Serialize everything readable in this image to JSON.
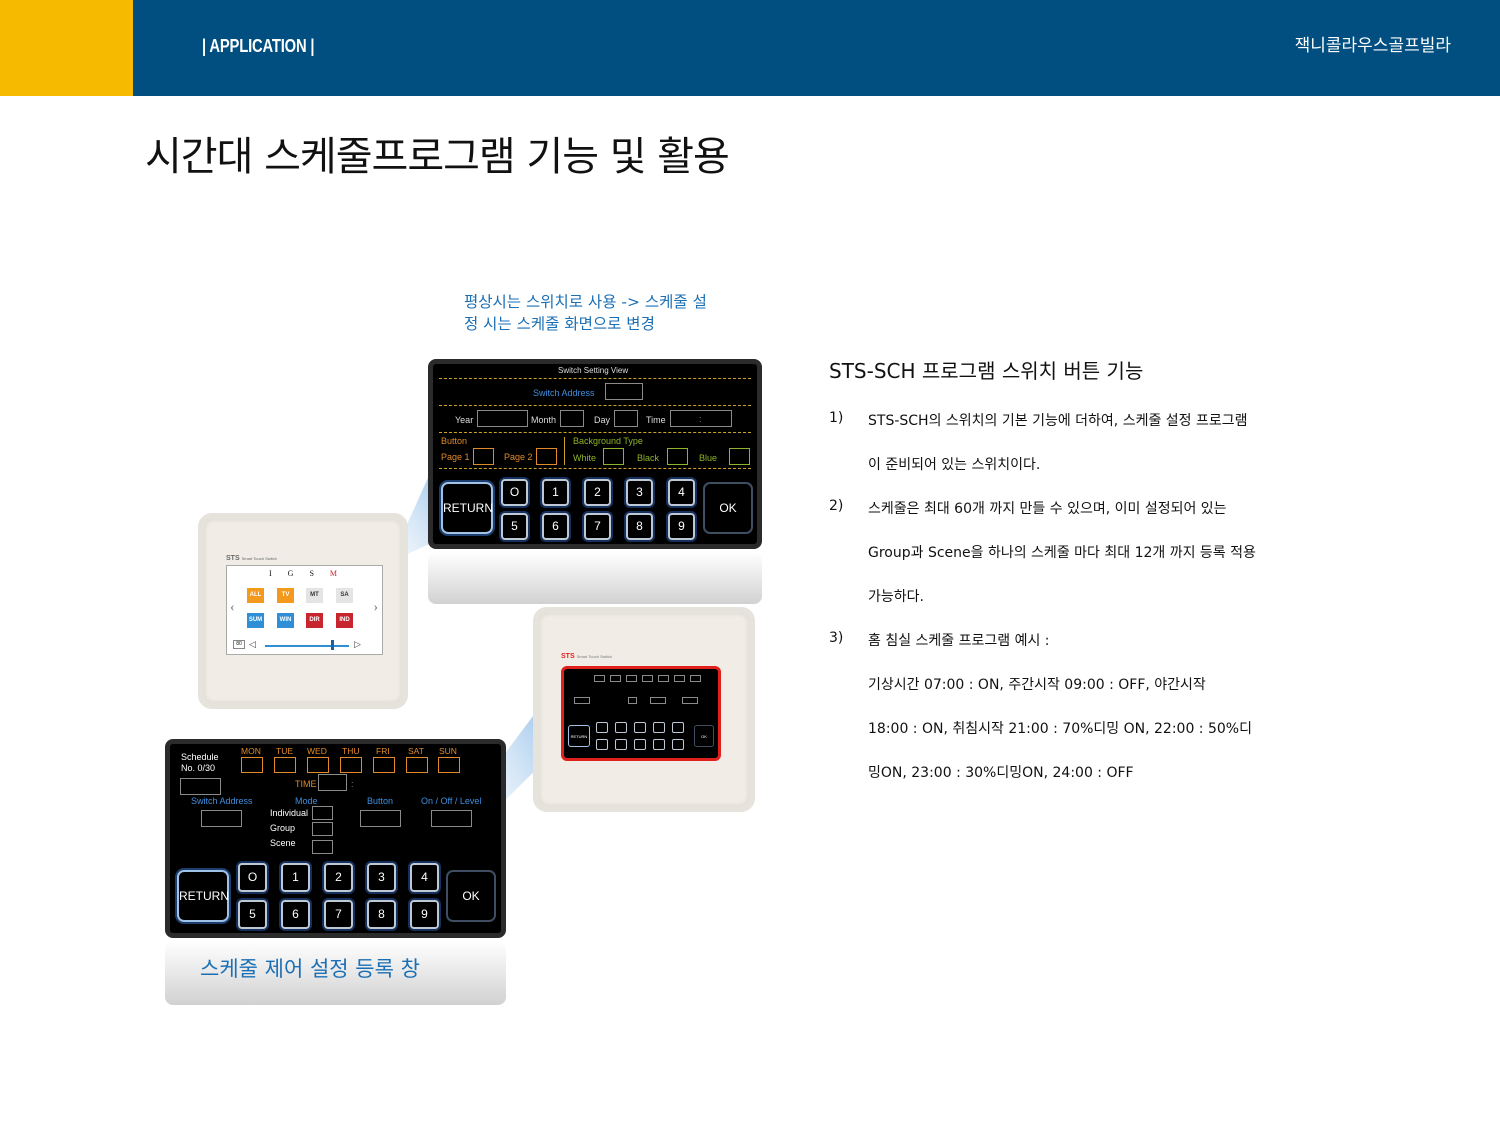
{
  "header": {
    "section": "| APPLICATION |",
    "brand": "잭니콜라우스골프빌라"
  },
  "page_title": "시간대 스케줄프로그램 기능 및 활용",
  "notes": {
    "top_line1": "평상시는 스위치로 사용 -> 스케줄 설",
    "top_line2": "정 시는 스케줄 화면으로 변경",
    "bottom": "스케줄 제어 설정 등록 창"
  },
  "switch_setting_panel": {
    "title": "Switch Setting View",
    "switch_address": "Switch Address",
    "year": "Year",
    "month": "Month",
    "day": "Day",
    "time": "Time",
    "time_sep": ":",
    "button": "Button",
    "page1": "Page 1",
    "page2": "Page 2",
    "background_type": "Background Type",
    "white": "White",
    "black": "Black",
    "blue": "Blue",
    "return": "RETURN",
    "ok": "OK",
    "keys": [
      "O",
      "1",
      "2",
      "3",
      "4",
      "5",
      "6",
      "7",
      "8",
      "9"
    ]
  },
  "schedule_panel": {
    "schedule": "Schedule",
    "number": "No. 0/30",
    "days": [
      "MON",
      "TUE",
      "WED",
      "THU",
      "FRI",
      "SAT",
      "SUN"
    ],
    "time": "TIME",
    "time_sep": ":",
    "switch_address": "Switch Address",
    "mode": "Mode",
    "button": "Button",
    "level": "On / Off / Level",
    "individual": "Individual",
    "group": "Group",
    "scene": "Scene",
    "return": "RETURN",
    "ok": "OK",
    "keys": [
      "O",
      "1",
      "2",
      "3",
      "4",
      "5",
      "6",
      "7",
      "8",
      "9"
    ]
  },
  "device_top": {
    "brand": "STS",
    "brand_sub": "Smart Touch Switch",
    "tabs": [
      "I",
      "G",
      "S",
      "M"
    ],
    "buttons_row1": [
      "ALL",
      "TV",
      "MT",
      "SA"
    ],
    "buttons_row2": [
      "SUM",
      "WIN",
      "DIR",
      "IND"
    ],
    "level": "80",
    "colors": {
      "orange": "#f39a1e",
      "blue": "#2e8fd6",
      "grey": "#e4e4e4",
      "red": "#c8262f"
    }
  },
  "device_bottom": {
    "brand": "STS",
    "brand_sub": "Smart Touch Switch",
    "highlight_color": "#e0201c"
  },
  "content": {
    "title": "STS-SCH 프로그램 스위치 버튼 기능",
    "items": [
      {
        "num": "1)",
        "lines": [
          "STS-SCH의 스위치의 기본 기능에 더하여, 스케줄 설정 프로그램",
          "이 준비되어 있는 스위치이다."
        ]
      },
      {
        "num": "2)",
        "lines": [
          "스케줄은 최대 60개 까지 만들 수 있으며,  이미 설정되어 있는",
          "Group과 Scene을 하나의 스케줄 마다 최대 12개 까지 등록 적용",
          "가능하다."
        ]
      },
      {
        "num": "3)",
        "lines": [
          "홈 침실 스케줄 프로그램 예시 :",
          "기상시간 07:00 : ON, 주간시작 09:00 : OFF, 야간시작",
          "18:00 : ON, 취침시작 21:00 : 70%디밍 ON,  22:00 : 50%디",
          "밍ON, 23:00 : 30%디밍ON, 24:00 : OFF"
        ]
      }
    ]
  },
  "colors": {
    "header_blue": "#004f80",
    "header_yellow": "#f6bb00",
    "note_blue": "#1a6fb5"
  }
}
